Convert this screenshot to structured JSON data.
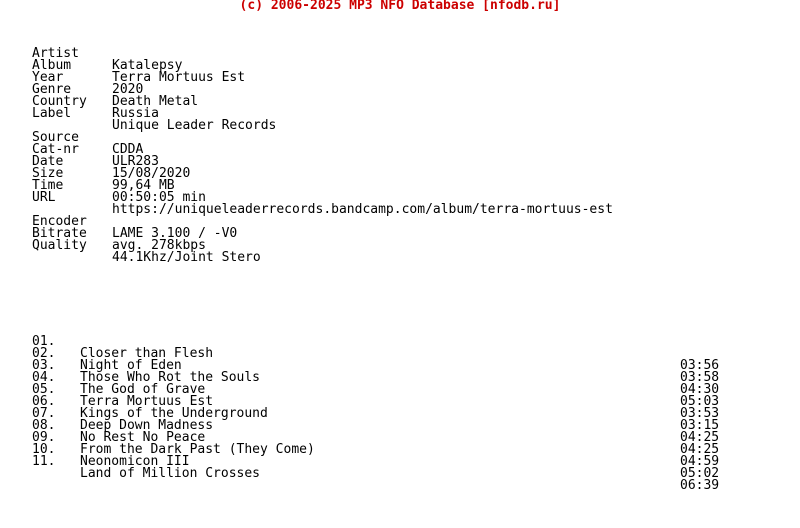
{
  "header": "(c) 2006-2025 MP3 NFO Database [nfodb.ru]",
  "info": [
    {
      "key": "Artist",
      "value": "Katalepsy"
    },
    {
      "key": "Album",
      "value": "Terra Mortuus Est"
    },
    {
      "key": "Year",
      "value": "2020"
    },
    {
      "key": "Genre",
      "value": "Death Metal"
    },
    {
      "key": "Country",
      "value": "Russia"
    },
    {
      "key": "Label",
      "value": "Unique Leader Records"
    }
  ],
  "source": [
    {
      "key": "Source",
      "value": "CDDA"
    },
    {
      "key": "Cat-nr",
      "value": "ULR283"
    },
    {
      "key": "Date",
      "value": "15/08/2020"
    },
    {
      "key": "Size",
      "value": "99,64 MB"
    },
    {
      "key": "Time",
      "value": "00:50:05 min"
    },
    {
      "key": "URL",
      "value": "https://uniqueleaderrecords.bandcamp.com/album/terra-mortuus-est"
    }
  ],
  "encoding": [
    {
      "key": "Encoder",
      "value": "LAME 3.100 / -V0"
    },
    {
      "key": "Bitrate",
      "value": "avg. 278kbps"
    },
    {
      "key": "Quality",
      "value": "44.1Khz/Joint Stero"
    }
  ],
  "tracks": [
    {
      "num": "01.",
      "title": "Closer than Flesh",
      "duration": "03:56"
    },
    {
      "num": "02.",
      "title": "Night of Eden",
      "duration": "03:58"
    },
    {
      "num": "03.",
      "title": "Those Who Rot the Souls",
      "duration": "04:30"
    },
    {
      "num": "04.",
      "title": "The God of Grave",
      "duration": "05:03"
    },
    {
      "num": "05.",
      "title": "Terra Mortuus Est",
      "duration": "03:53"
    },
    {
      "num": "06.",
      "title": "Kings of the Underground",
      "duration": "03:15"
    },
    {
      "num": "07.",
      "title": "Deep Down Madness",
      "duration": "04:25"
    },
    {
      "num": "08.",
      "title": "No Rest No Peace",
      "duration": "04:25"
    },
    {
      "num": "09.",
      "title": "From the Dark Past (They Come)",
      "duration": "04:59"
    },
    {
      "num": "10.",
      "title": "Neonomicon III",
      "duration": "05:02"
    },
    {
      "num": "11.",
      "title": "Land of Million Crosses",
      "duration": "06:39"
    }
  ]
}
